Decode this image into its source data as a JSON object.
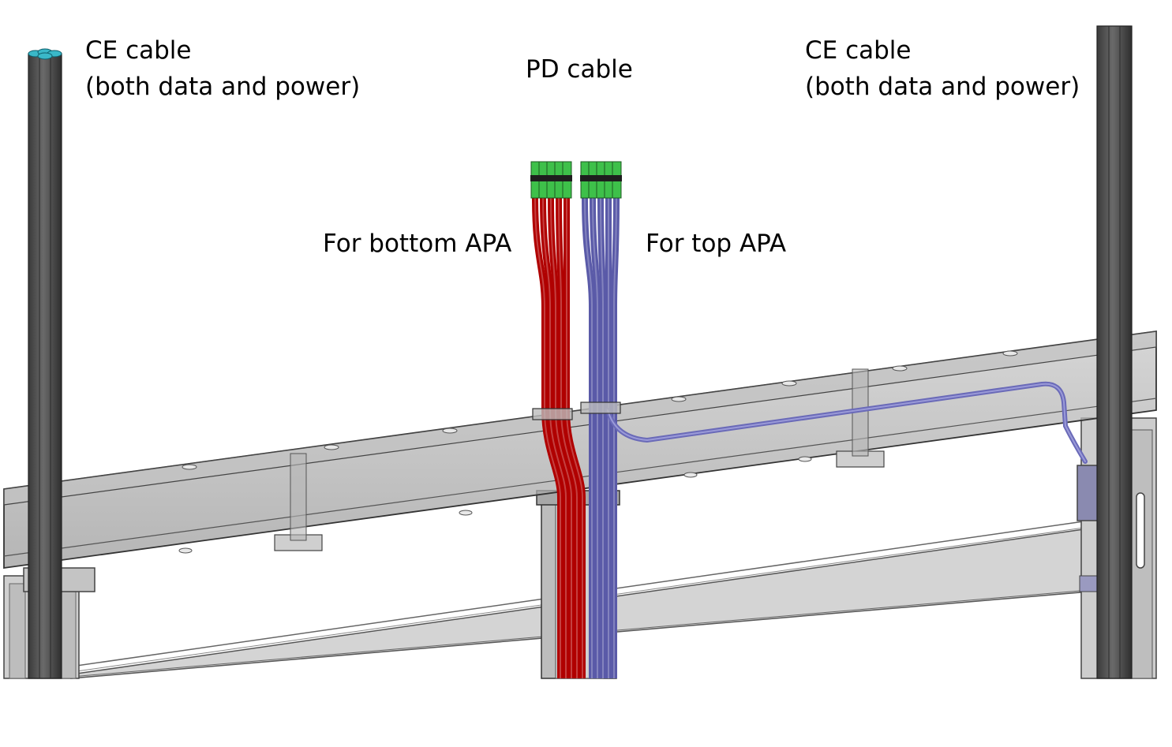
{
  "labels": {
    "ce_left_line1": "CE cable",
    "ce_left_line2": "(both data and power)",
    "pd_cable": "PD cable",
    "ce_right_line1": "CE cable",
    "ce_right_line2": "(both data and power)",
    "bottom_apa": "For bottom APA",
    "top_apa": "For top APA"
  },
  "colors": {
    "bottom_apa_cable": "#b00000",
    "top_apa_cable": "#5a5aa8",
    "connector": "#3ec04a",
    "ce_cable": "#4a4a4a",
    "ce_cable_end": "#3ab8c8",
    "frame": "#9a9a9a"
  }
}
